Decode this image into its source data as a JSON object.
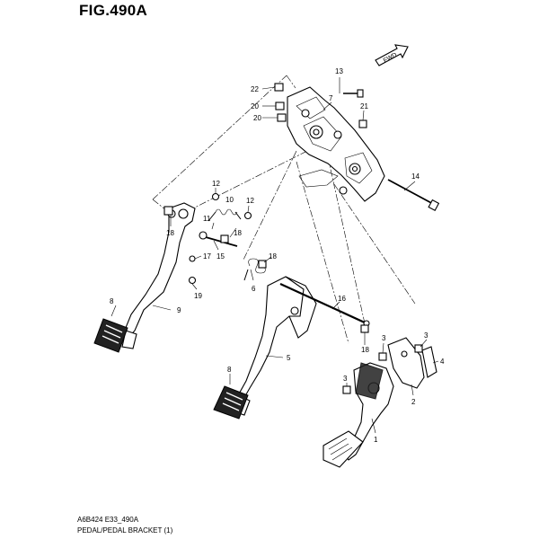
{
  "figure": {
    "title": "FIG.490A",
    "code": "A6B424 E33_490A",
    "caption": "PEDAL/PEDAL BRACKET (1)",
    "fwd_label": "FWD"
  },
  "callouts": {
    "c13": "13",
    "c22": "22",
    "c7": "7",
    "c20a": "20",
    "c20b": "20",
    "c21": "21",
    "c14": "14",
    "c12a": "12",
    "c10": "10",
    "c12b": "12",
    "c11": "11",
    "c18a": "18",
    "c18b": "18",
    "c15": "15",
    "c17": "17",
    "c18c": "18",
    "c19": "19",
    "c6": "6",
    "c16": "16",
    "c8a": "8",
    "c9": "9",
    "c5": "5",
    "c8b": "8",
    "c18d": "18",
    "c3a": "3",
    "c3b": "3",
    "c4": "4",
    "c2": "2",
    "c1": "1"
  }
}
